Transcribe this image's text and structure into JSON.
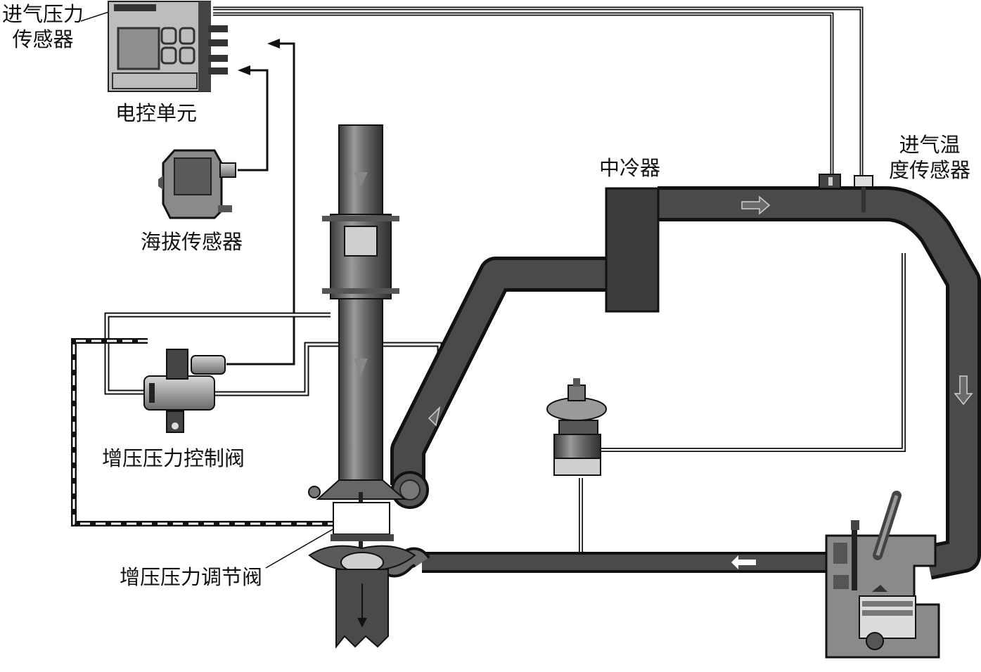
{
  "labels": {
    "intake_pressure_sensor": [
      "进气压力",
      "传感器"
    ],
    "ecu": "电控单元",
    "altitude_sensor": "海拔传感器",
    "boost_control_valve": "增压压力控制阀",
    "boost_regulating_valve": "增压压力调节阀",
    "intercooler": "中冷器",
    "intake_temp_sensor": [
      "进气温",
      "度传感器"
    ]
  },
  "colors": {
    "pipe_dark": "#3f3f3f",
    "pipe_mid": "#6b6b6b",
    "pipe_outline": "#1a1a1a",
    "line": "#111111",
    "metal_light": "#cfcfcf",
    "metal_dark": "#555555"
  },
  "icons": [
    "ecu-board-icon",
    "altitude-sensor-icon",
    "solenoid-valve-icon",
    "diverter-valve-icon",
    "engine-cylinder-icon",
    "turbocharger-icon",
    "flow-arrow-icon"
  ]
}
